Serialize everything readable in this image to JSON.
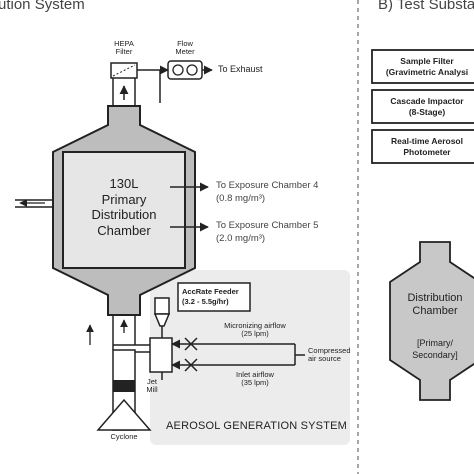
{
  "header": {
    "left_title": "ution System",
    "right_title": "B) Test Substa"
  },
  "filter": {
    "line1": "HEPA",
    "line2": "Filter"
  },
  "flow_meter": {
    "line1": "Flow",
    "line2": "Meter"
  },
  "to_exhaust": "To Exhaust",
  "chamber": {
    "line1": "130L",
    "line2": "Primary",
    "line3": "Distribution",
    "line4": "Chamber"
  },
  "exposure4": {
    "line1": "To Exposure Chamber 4",
    "line2": "(0.8 mg/m³)"
  },
  "exposure5": {
    "line1": "To Exposure Chamber 5",
    "line2": "(2.0 mg/m³)"
  },
  "feeder": {
    "line1": "AccRate Feeder",
    "line2": "(3.2 - 5.5g/hr)"
  },
  "micronizing": {
    "line1": "Micronizing airflow",
    "line2": "(25 lpm)"
  },
  "inlet": {
    "line1": "Inlet airflow",
    "line2": "(35 lpm)"
  },
  "compressed": {
    "line1": "Compressed",
    "line2": "air source"
  },
  "jet_mill": {
    "line1": "Jet",
    "line2": "Mill"
  },
  "cyclone_label": "Cyclone",
  "aerosol_title": "AEROSOL GENERATION SYSTEM",
  "right_boxes": [
    {
      "line1": "Sample Filter",
      "line2": "(Gravimetric Analysi"
    },
    {
      "line1": "Cascade Impactor",
      "line2": "(8-Stage)"
    },
    {
      "line1": "Real-time Aerosol",
      "line2": "Photometer"
    }
  ],
  "dist_chamber": {
    "line1": "Distribution",
    "line2": "Chamber",
    "line3": "[Primary/",
    "line4": "Secondary]"
  }
}
